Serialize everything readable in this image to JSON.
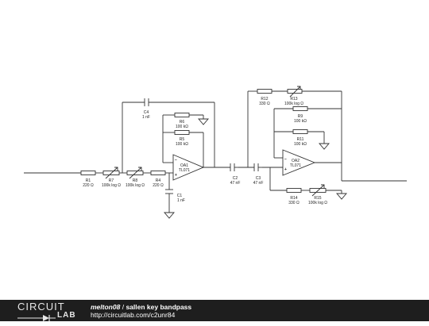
{
  "circuit": {
    "components": [
      {
        "ref": "R1",
        "value": "220 Ω"
      },
      {
        "ref": "R7",
        "value": "100k log Ω"
      },
      {
        "ref": "R8",
        "value": "100k log Ω"
      },
      {
        "ref": "R4",
        "value": "220 Ω"
      },
      {
        "ref": "C4",
        "value": "1 nF"
      },
      {
        "ref": "R6",
        "value": "100 kΩ"
      },
      {
        "ref": "R5",
        "value": "100 kΩ"
      },
      {
        "ref": "C1",
        "value": "1 nF"
      },
      {
        "ref": "C2",
        "value": "47 nF"
      },
      {
        "ref": "C3",
        "value": "47 nF"
      },
      {
        "ref": "R12",
        "value": "330 Ω"
      },
      {
        "ref": "R13",
        "value": "100k log Ω"
      },
      {
        "ref": "R9",
        "value": "100 kΩ"
      },
      {
        "ref": "R11",
        "value": "100 kΩ"
      },
      {
        "ref": "R14",
        "value": "330 Ω"
      },
      {
        "ref": "R15",
        "value": "100k log Ω"
      }
    ],
    "opamps": [
      {
        "ref": "OA1",
        "model": "TL071"
      },
      {
        "ref": "OA2",
        "model": "TL071"
      }
    ]
  },
  "footer": {
    "logo_top": "CIRCUIT",
    "logo_bottom": "LAB",
    "author": "melton08",
    "separator": "/",
    "title": "sallen key bandpass",
    "url": "http://circuitlab.com/c2unr84"
  }
}
